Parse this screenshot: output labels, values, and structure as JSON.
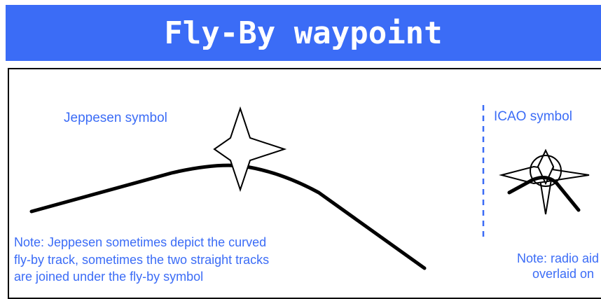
{
  "title": "Fly-By waypoint",
  "jeppesen": {
    "label": "Jeppesen symbol",
    "note_lines": [
      "Note: Jeppesen sometimes depict the curved",
      "fly-by track, sometimes the two straight tracks",
      "are joined under the fly-by symbol"
    ]
  },
  "icao": {
    "label": "ICAO symbol",
    "note_lines": [
      "Note: radio aid o",
      "overlaid on"
    ]
  },
  "colors": {
    "banner": "#3b6cf6",
    "label_text": "#3b6cf6",
    "track": "#000000",
    "divider": "#3b6cf6"
  }
}
